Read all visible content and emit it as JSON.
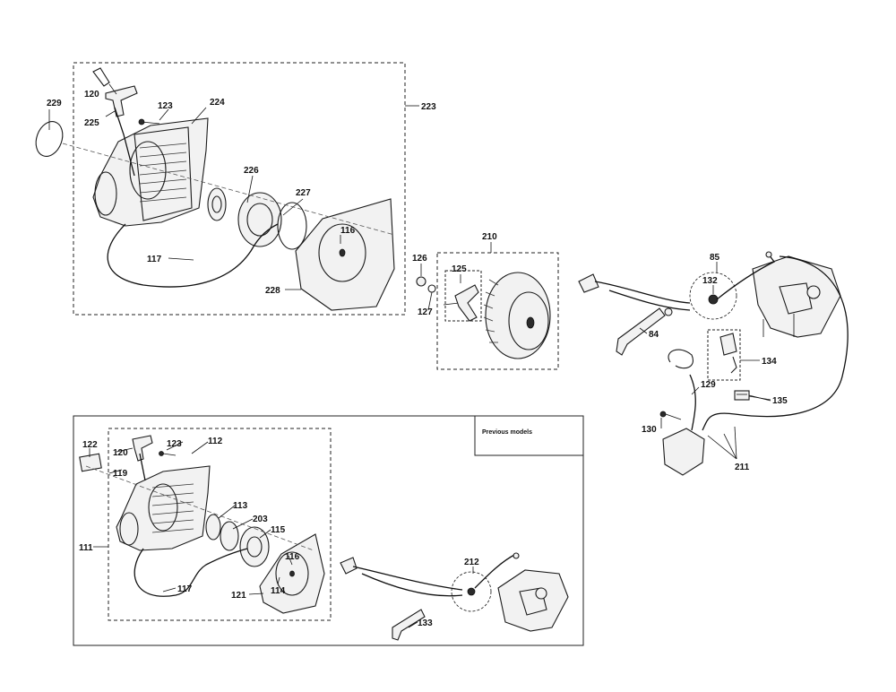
{
  "note_box": {
    "text": "Previous models"
  },
  "labels": {
    "p229": "229",
    "p120a": "120",
    "p225": "225",
    "p123a": "123",
    "p224": "224",
    "p223": "223",
    "p226": "226",
    "p227": "227",
    "p116a": "116",
    "p117a": "117",
    "p228": "228",
    "p210": "210",
    "p126": "126",
    "p125": "125",
    "p127": "127",
    "p85": "85",
    "p132": "132",
    "p84": "84",
    "p134": "134",
    "p129": "129",
    "p135": "135",
    "p130": "130",
    "p211": "211",
    "p122": "122",
    "p120b": "120",
    "p123b": "123",
    "p112": "112",
    "p119": "119",
    "p113": "113",
    "p203": "203",
    "p115": "115",
    "p111": "111",
    "p116b": "116",
    "p117b": "117",
    "p121": "121",
    "p114": "114",
    "p212": "212",
    "p133": "133"
  }
}
